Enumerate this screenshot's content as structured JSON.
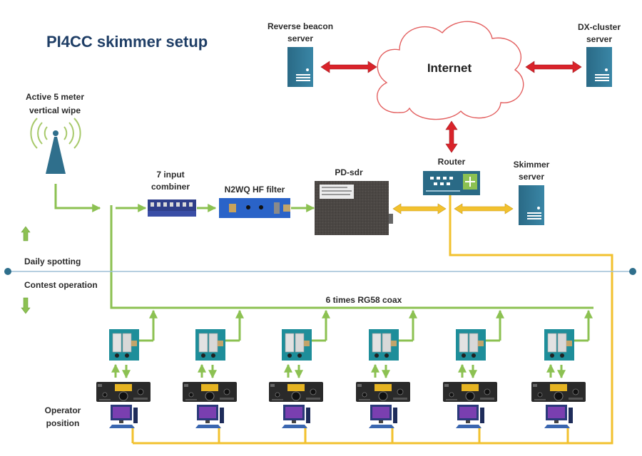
{
  "title": "PI4CC skimmer setup",
  "labels": {
    "antenna_line1": "Active 5 meter",
    "antenna_line2": "vertical wipe",
    "combiner_line1": "7 input",
    "combiner_line2": "combiner",
    "filter": "N2WQ HF filter",
    "sdr": "PD-sdr",
    "router": "Router",
    "skimmer_line1": "Skimmer",
    "skimmer_line2": "server",
    "rbn_line1": "Reverse beacon",
    "rbn_line2": "server",
    "dx_line1": "DX-cluster",
    "dx_line2": "server",
    "internet": "Internet",
    "daily": "Daily spotting",
    "contest": "Contest operation",
    "coax": "6  times RG58 coax",
    "operator_line1": "Operator",
    "operator_line2": "position"
  },
  "colors": {
    "title": "#1f3e66",
    "rf_line": "#8cc152",
    "lan_line": "#f2c12e",
    "internet_arrow": "#d9232a",
    "server": "#2f6f8c",
    "divider": "#9dbfd6"
  },
  "icons": [
    "antenna-icon",
    "server-icon",
    "cloud-icon",
    "router-icon",
    "combiner-icon",
    "filter-icon",
    "sdr-icon",
    "splitter-icon",
    "transceiver-icon",
    "computer-icon"
  ]
}
